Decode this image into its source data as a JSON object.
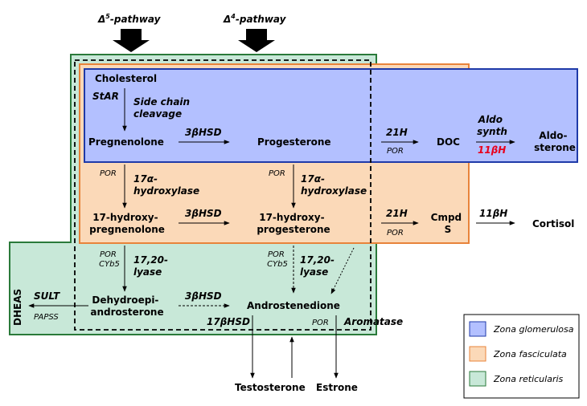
{
  "pathways": {
    "delta5": {
      "symbol": "Δ",
      "sup": "5",
      "suffix": "-pathway"
    },
    "delta4": {
      "symbol": "Δ",
      "sup": "4",
      "suffix": "-pathway"
    }
  },
  "colors": {
    "glomerulosa_fill": "#b3c0ff",
    "glomerulosa_border": "#1f3aa8",
    "fasciculata_fill": "#fbd9b8",
    "fasciculata_border": "#e8833a",
    "reticularis_fill": "#c8e8d8",
    "reticularis_border": "#2a7a3a"
  },
  "steroids": {
    "cholesterol": "Cholesterol",
    "pregnenolone": "Pregnenolone",
    "progesterone": "Progesterone",
    "doc": "DOC",
    "aldosterone_1": "Aldo-",
    "aldosterone_2": "sterone",
    "ohpreg_1": "17-hydroxy-",
    "ohpreg_2": "pregnenolone",
    "ohprog_1": "17-hydroxy-",
    "ohprog_2": "progesterone",
    "cmpd_1": "Cmpd",
    "cmpd_2": "S",
    "cortisol": "Cortisol",
    "dhea_1": "Dehydroepi-",
    "dhea_2": "androsterone",
    "androstenedione": "Androstenedione",
    "dheas": "DHEAS",
    "testosterone": "Testosterone",
    "estrone": "Estrone"
  },
  "enzymes": {
    "star": "StAR",
    "scc_1": "Side chain",
    "scc_2": "cleavage",
    "hsd3b": "3βHSD",
    "h21": "21H",
    "aldo_1": "Aldo",
    "aldo_2": "synth",
    "b11_red": "11βH",
    "hydroxylase_1": "17α-",
    "hydroxylase_2": "hydroxylase",
    "b11": "11βH",
    "lyase_1": "17,20-",
    "lyase_2": "lyase",
    "sult": "SULT",
    "hsd17b": "17βHSD",
    "aromatase": "Aromatase"
  },
  "cofactors": {
    "por": "POR",
    "cyb5": "CYb5",
    "papss": "PAPSS"
  },
  "legend": {
    "glomerulosa": "Zona glomerulosa",
    "fasciculata": "Zona fasciculata",
    "reticularis": "Zona reticularis"
  }
}
